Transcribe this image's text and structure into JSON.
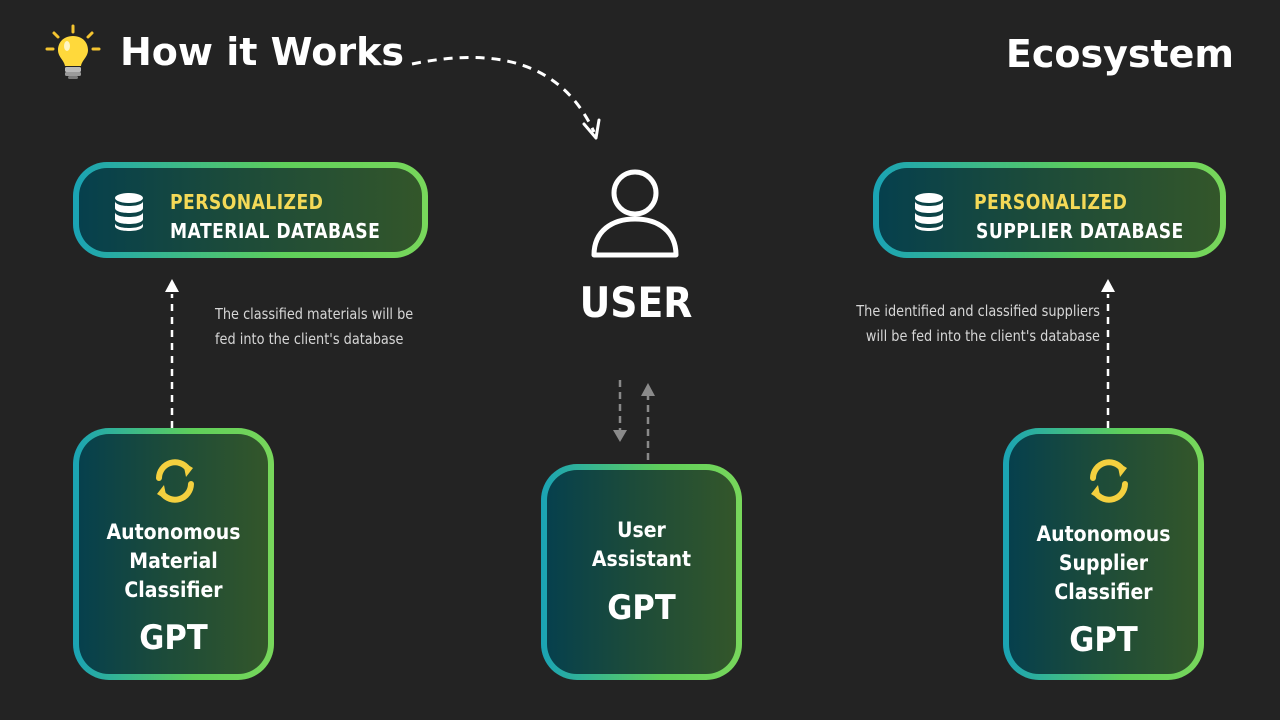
{
  "header": {
    "title_left": "How it Works",
    "title_right": "Ecosystem",
    "bulb_icon": "lightbulb-icon"
  },
  "colors": {
    "background": "#232323",
    "accent_yellow": "#f4d957",
    "gradient_start": "#1aa3b5",
    "gradient_end": "#78d75b"
  },
  "left_database": {
    "line1": "PERSONALIZED",
    "line2": "MATERIAL DATABASE",
    "icon": "database-icon"
  },
  "right_database": {
    "line1": "PERSONALIZED",
    "line2": "SUPPLIER DATABASE",
    "icon": "database-icon"
  },
  "notes": {
    "left": "The classified materials will be fed into the client's database",
    "right": "The identified and classified suppliers will be fed into the client's database"
  },
  "user": {
    "label": "USER",
    "icon": "user-icon"
  },
  "cards": {
    "material": {
      "line1": "Autonomous",
      "line2": "Material",
      "line3": "Classifier",
      "gpt": "GPT",
      "icon": "cycle-icon"
    },
    "assistant": {
      "line1": "User",
      "line2": "Assistant",
      "gpt": "GPT"
    },
    "supplier": {
      "line1": "Autonomous",
      "line2": "Supplier",
      "line3": "Classifier",
      "gpt": "GPT",
      "icon": "cycle-icon"
    }
  }
}
